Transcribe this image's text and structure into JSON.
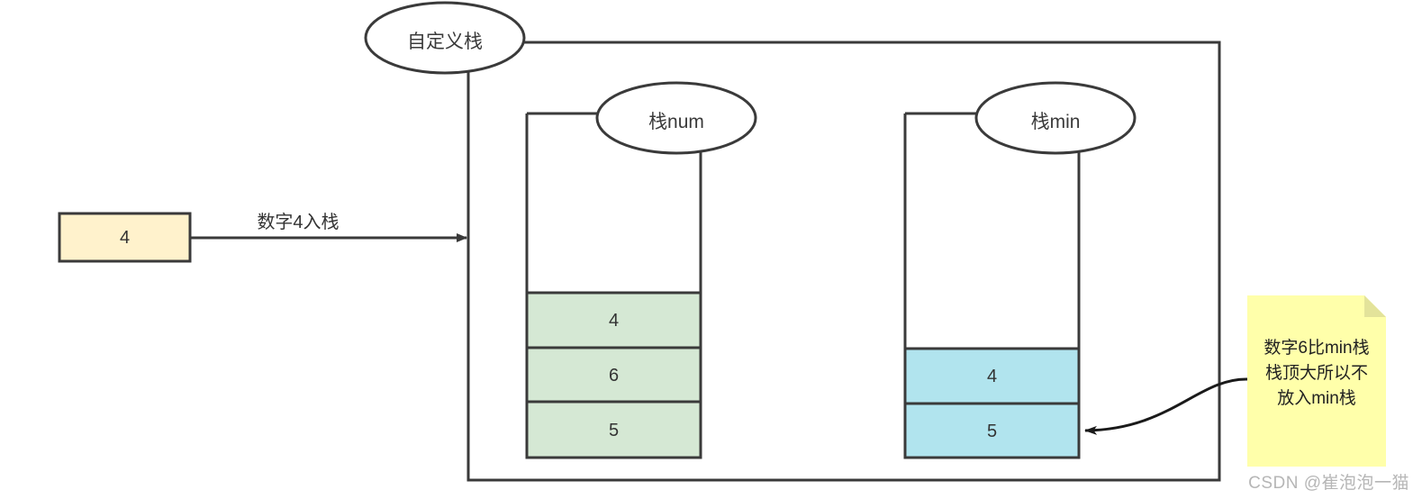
{
  "diagram": {
    "title_node": {
      "label": "自定义栈"
    },
    "stacks": [
      {
        "name": "num-stack",
        "label": "栈num",
        "fill_color": "#d5e8d4",
        "stroke_color": "#3a3a3a",
        "cells": [
          {
            "value": "4"
          },
          {
            "value": "6"
          },
          {
            "value": "5"
          }
        ]
      },
      {
        "name": "min-stack",
        "label": "栈min",
        "fill_color": "#b1e4ee",
        "stroke_color": "#3a3a3a",
        "cells": [
          {
            "value": "4"
          },
          {
            "value": "5"
          }
        ]
      }
    ],
    "input_box": {
      "value": "4",
      "fill_color": "#fff2cc",
      "stroke_color": "#3a3a3a"
    },
    "push_arrow": {
      "label": "数字4入栈"
    },
    "note": {
      "text": "数字6比min栈\n栈顶大所以不\n放入min栈",
      "fill_color": "#ffffaa"
    },
    "container": {
      "stroke_color": "#3a3a3a"
    }
  },
  "watermark": {
    "text": "CSDN @崔泡泡一猫"
  }
}
